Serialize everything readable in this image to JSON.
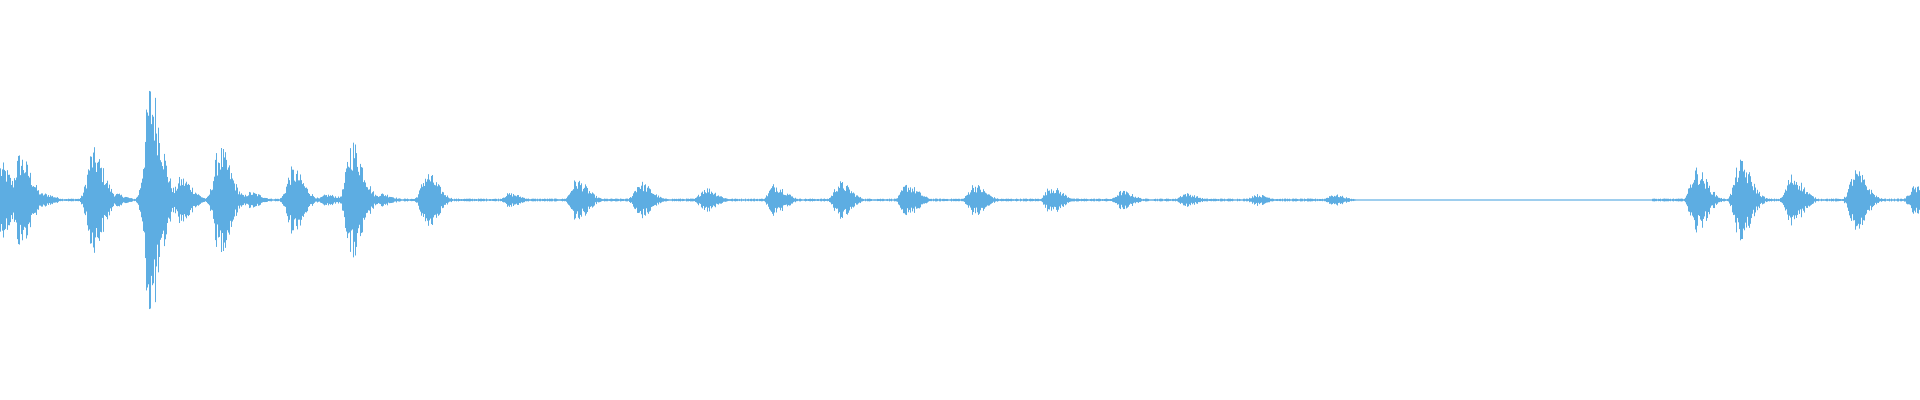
{
  "waveform": {
    "color": "#5DADE2",
    "background": "#ffffff",
    "segments": [
      {
        "t": 0.0,
        "amp": 0.32
      },
      {
        "t": 0.01,
        "amp": 0.4
      },
      {
        "t": 0.022,
        "amp": 0.06
      },
      {
        "t": 0.048,
        "amp": 0.44
      },
      {
        "t": 0.059,
        "amp": 0.06
      },
      {
        "t": 0.078,
        "amp": 1.0
      },
      {
        "t": 0.094,
        "amp": 0.2
      },
      {
        "t": 0.114,
        "amp": 0.46
      },
      {
        "t": 0.13,
        "amp": 0.07
      },
      {
        "t": 0.152,
        "amp": 0.28
      },
      {
        "t": 0.17,
        "amp": 0.05
      },
      {
        "t": 0.183,
        "amp": 0.52
      },
      {
        "t": 0.198,
        "amp": 0.06
      },
      {
        "t": 0.222,
        "amp": 0.24
      },
      {
        "t": 0.265,
        "amp": 0.06
      },
      {
        "t": 0.3,
        "amp": 0.18
      },
      {
        "t": 0.333,
        "amp": 0.16
      },
      {
        "t": 0.367,
        "amp": 0.11
      },
      {
        "t": 0.403,
        "amp": 0.14
      },
      {
        "t": 0.437,
        "amp": 0.16
      },
      {
        "t": 0.472,
        "amp": 0.14
      },
      {
        "t": 0.507,
        "amp": 0.14
      },
      {
        "t": 0.547,
        "amp": 0.12
      },
      {
        "t": 0.584,
        "amp": 0.08
      },
      {
        "t": 0.617,
        "amp": 0.06
      },
      {
        "t": 0.654,
        "amp": 0.05
      },
      {
        "t": 0.694,
        "amp": 0.05
      },
      {
        "t": 0.883,
        "amp": 0.28
      },
      {
        "t": 0.906,
        "amp": 0.34
      },
      {
        "t": 0.933,
        "amp": 0.22
      },
      {
        "t": 0.966,
        "amp": 0.26
      },
      {
        "t": 0.997,
        "amp": 0.12
      }
    ]
  }
}
